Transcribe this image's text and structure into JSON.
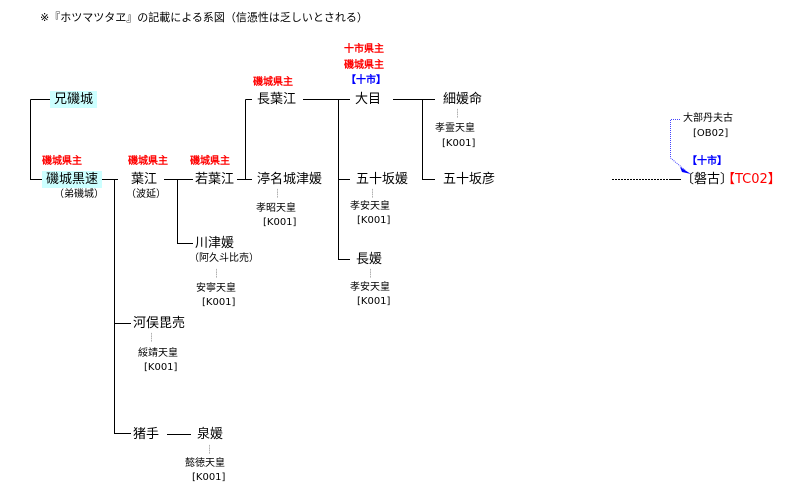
{
  "note": "※『ホツマツタヱ』の記載による系図（信憑性は乏しいとされる）",
  "colors": {
    "role": "#ff0000",
    "tag": "#0000ff",
    "highlight": "#ccffff"
  },
  "persons": {
    "ani_shiki": {
      "name": "兄磯城"
    },
    "shiki_kurohaya": {
      "role": "磯城県主",
      "name": "磯城黒速",
      "alias": "（弟磯城）"
    },
    "hae": {
      "role": "磯城県主",
      "name": "葉江",
      "alias": "（波延）"
    },
    "waka_hae": {
      "role": "磯城県主",
      "name": "若葉江"
    },
    "naga_hae": {
      "role": "磯城県主",
      "name": "長葉江"
    },
    "ome": {
      "roles": [
        "十市県主",
        "磯城県主"
      ],
      "tag": "【十市】",
      "name": "大目"
    },
    "hosohime": {
      "name": "細媛命",
      "spouse": "孝霊天皇",
      "code": "[K001]"
    },
    "isaka_hiko": {
      "name": "五十坂彦"
    },
    "nunaki": {
      "name": "渟名城津媛",
      "spouse": "孝昭天皇",
      "code": "[K001]"
    },
    "isaka_hime": {
      "name": "五十坂媛",
      "spouse": "孝安天皇",
      "code": "[K001]"
    },
    "naga_hime": {
      "name": "長媛",
      "spouse": "孝安天皇",
      "code": "[K001]"
    },
    "kawatsu": {
      "name": "川津媛",
      "alias": "（阿久斗比売）",
      "spouse": "安寧天皇",
      "code": "[K001]"
    },
    "kawamata": {
      "name": "河俣毘売",
      "spouse": "綏靖天皇",
      "code": "[K001]"
    },
    "ite": {
      "name": "猪手"
    },
    "izumi": {
      "name": "泉媛",
      "spouse": "懿徳天皇",
      "code": "[K001]"
    },
    "iwaki": {
      "tag": "【十市】",
      "name": "〔磐古〕",
      "code": "【TC02】"
    },
    "obe": {
      "name": "大部丹夫古",
      "code": "[OB02]"
    }
  }
}
